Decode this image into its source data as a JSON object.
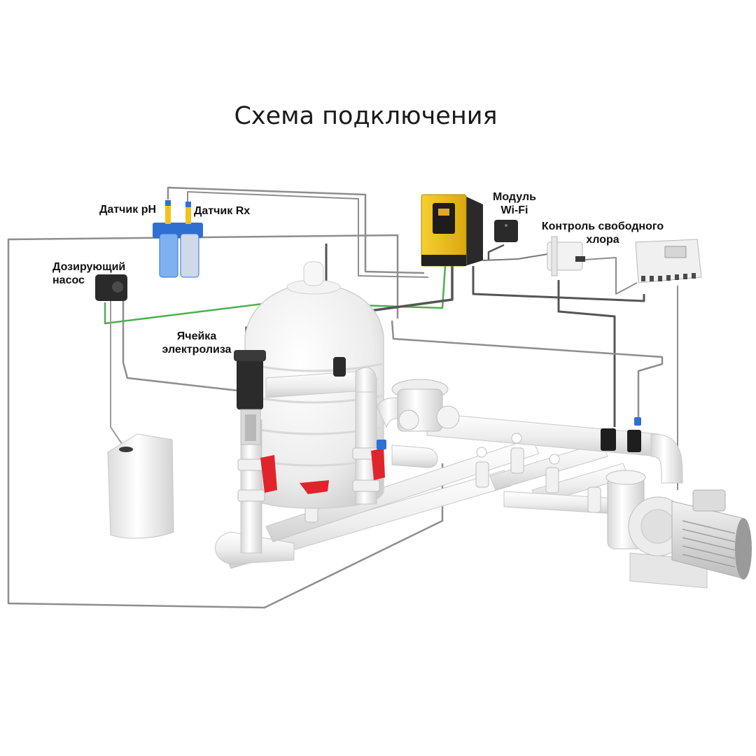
{
  "title": "Схема подключения",
  "labels": {
    "ph_sensor": "Датчик pH",
    "rx_sensor": "Датчик Rx",
    "wifi_module_line1": "Модуль",
    "wifi_module_line2": "Wi-Fi",
    "chlorine_line1": "Контроль свободного",
    "chlorine_line2": "хлора",
    "dosing_line1": "Дозирующий",
    "dosing_line2": "насос",
    "cell_line1": "Ячейка",
    "cell_line2": "электролиза"
  },
  "colors": {
    "controller_body": "#f2c21b",
    "cable_gray": "#8e8e8e",
    "cable_green": "#4caf50",
    "sensor_blue": "#2f6fd1",
    "valve_red": "#e0242c",
    "pipe_white": "#f4f4f4"
  }
}
